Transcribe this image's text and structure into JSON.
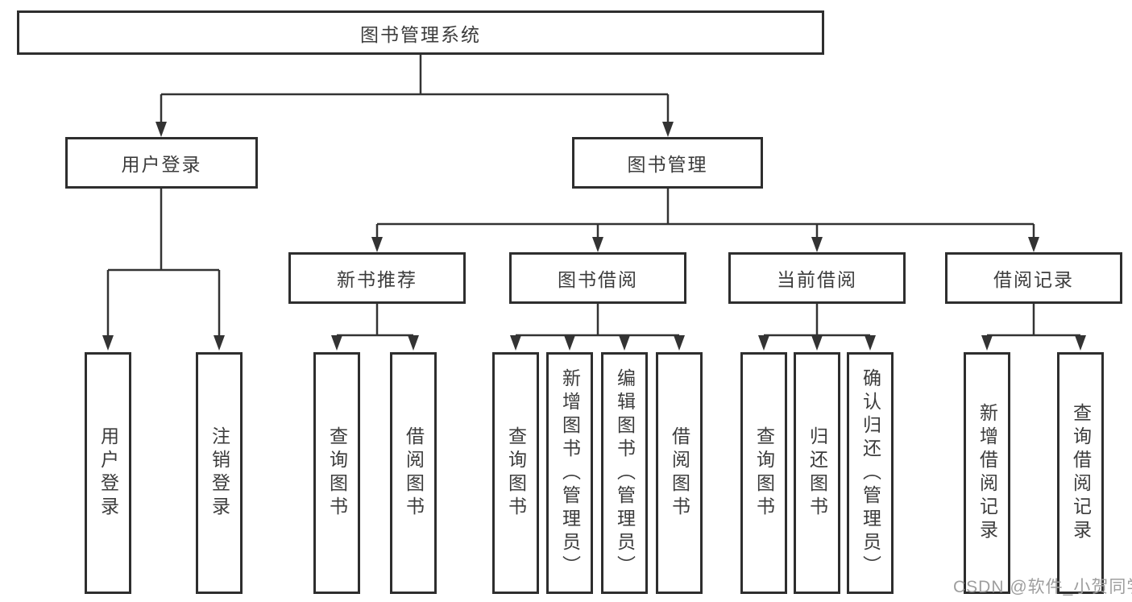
{
  "diagram": {
    "root": {
      "label": "图书管理系统"
    },
    "level1": [
      {
        "label": "用户登录"
      },
      {
        "label": "图书管理"
      }
    ],
    "level2": [
      {
        "label": "新书推荐"
      },
      {
        "label": "图书借阅"
      },
      {
        "label": "当前借阅"
      },
      {
        "label": "借阅记录"
      }
    ],
    "leaves": {
      "user_login": [
        {
          "label": "用户登录"
        },
        {
          "label": "注销登录"
        }
      ],
      "new_book": [
        {
          "label": "查询图书"
        },
        {
          "label": "借阅图书"
        }
      ],
      "book_borrow": [
        {
          "label": "查询图书"
        },
        {
          "label": "新增图书（管理员）"
        },
        {
          "label": "编辑图书（管理员）"
        },
        {
          "label": "借阅图书"
        }
      ],
      "current_borrow": [
        {
          "label": "查询图书"
        },
        {
          "label": "归还图书"
        },
        {
          "label": "确认归还（管理员）"
        }
      ],
      "borrow_records": [
        {
          "label": "新增借阅记录"
        },
        {
          "label": "查询借阅记录"
        }
      ]
    },
    "watermark": "CSDN @软件_小贺同学",
    "colors": {
      "line": "#333333",
      "box_border": "#2e2e2e",
      "text": "#3c3c3c",
      "watermark": "#9e9e9e",
      "background": "#ffffff"
    }
  }
}
